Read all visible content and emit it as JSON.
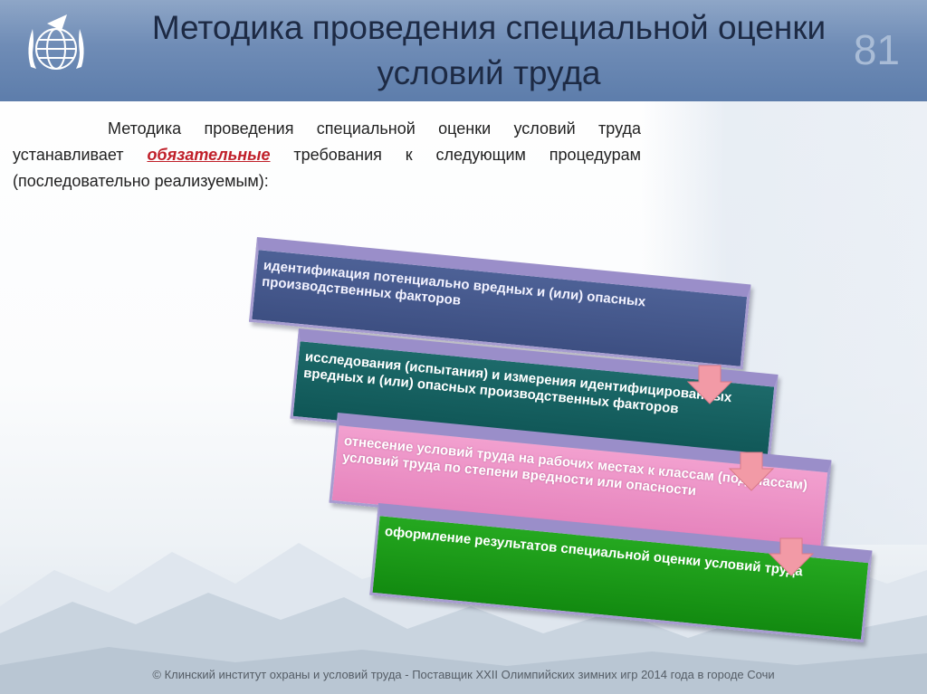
{
  "header": {
    "title": "Методика проведения специальной оценки условий труда",
    "page_number": "81"
  },
  "intro": {
    "text_before": "Методика проведения специальной оценки условий труда устанавливает ",
    "emphasis": "обязательные",
    "text_after": " требования к следующим процедурам (последовательно реализуемым):"
  },
  "steps": [
    {
      "label": "идентификация потенциально вредных и (или) опасных производственных факторов",
      "color": "#3d4f82"
    },
    {
      "label": "исследования (испытания) и измерения идентифицированных вредных и (или) опасных производственных факторов",
      "color": "#0f5656"
    },
    {
      "label": "отнесение условий труда на рабочих местах к классам (подклассам) условий труда по степени вредности или опасности",
      "color": "#e684bd"
    },
    {
      "label": "оформление результатов специальной оценки условий труда",
      "color": "#128a10"
    }
  ],
  "footer": {
    "text": "© Клинский институт охраны и условий труда - Поставщик XXII Олимпийских зимних игр 2014 года в городе Сочи"
  }
}
